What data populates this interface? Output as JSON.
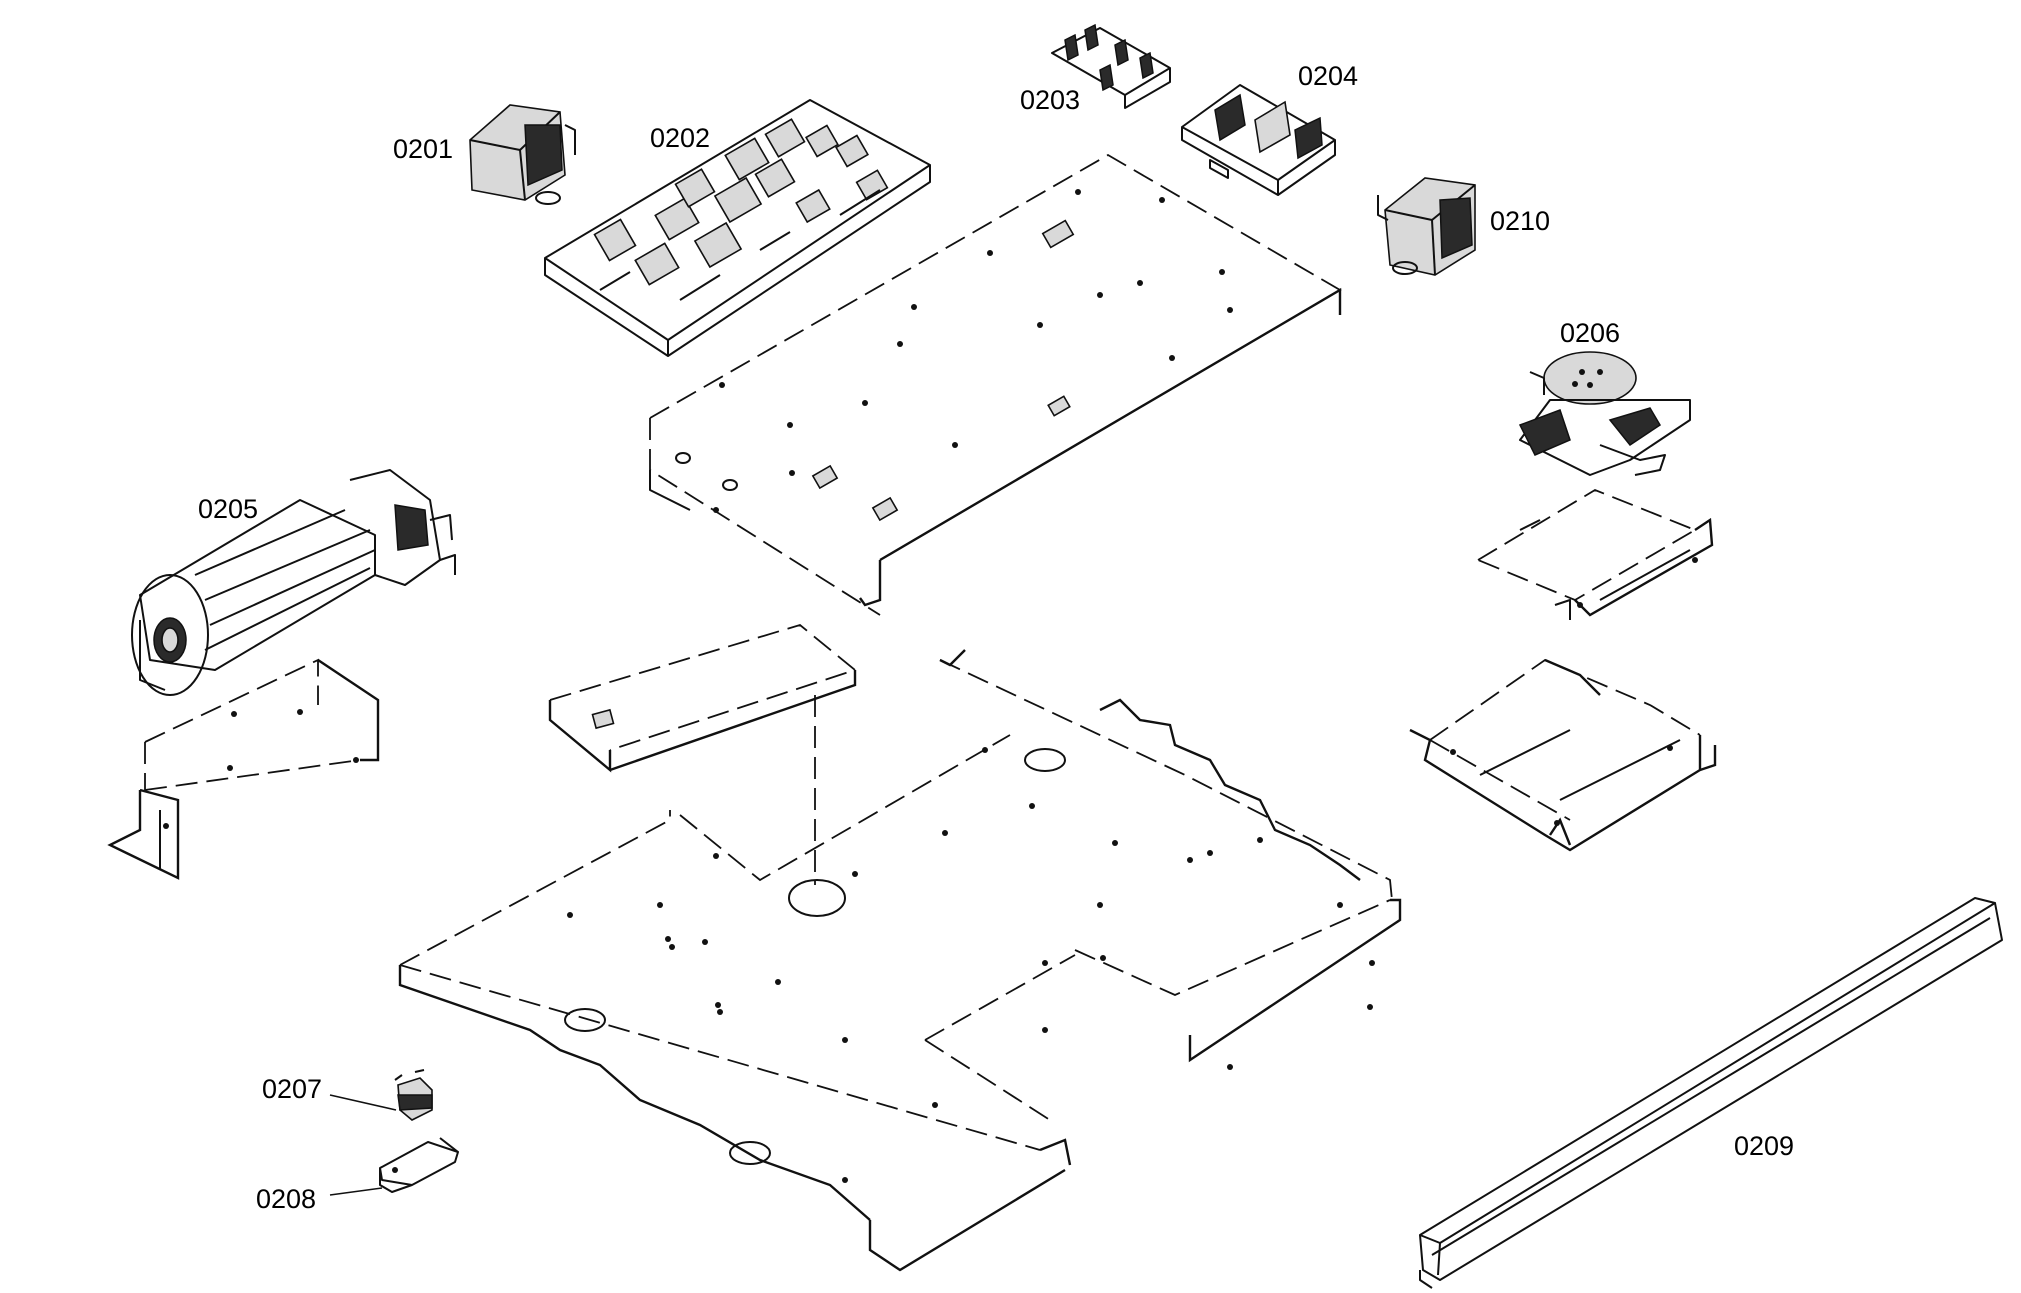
{
  "labels": {
    "p0201": "0201",
    "p0202": "0202",
    "p0203": "0203",
    "p0204": "0204",
    "p0205": "0205",
    "p0206": "0206",
    "p0207": "0207",
    "p0208": "0208",
    "p0209": "0209",
    "p0210": "0210"
  }
}
